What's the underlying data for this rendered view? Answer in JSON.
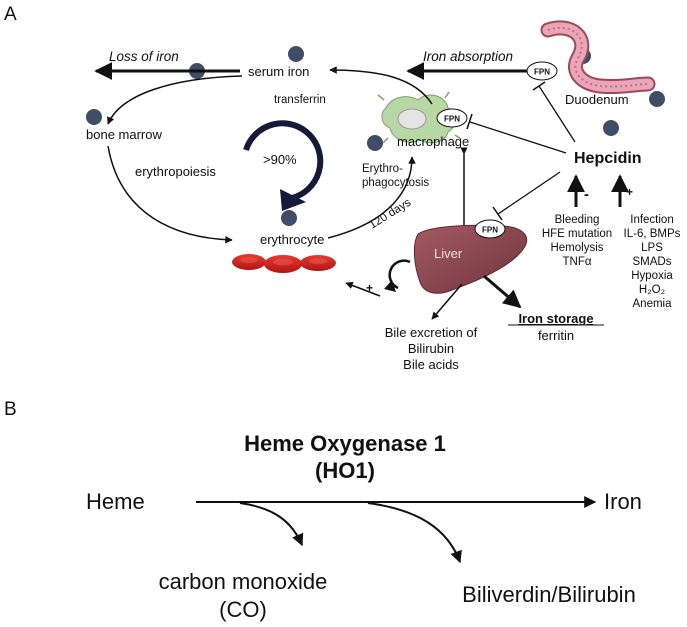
{
  "panel_a": {
    "label": "A",
    "loss_of_iron": "Loss of iron",
    "serum_iron": "serum iron",
    "transferrin": "transferrin",
    "bone_marrow": "bone marrow",
    "erythropoiesis": "erythropoiesis",
    "percent": ">90%",
    "erythrocyte": "erythrocyte",
    "days": "120 days",
    "erythrophagocytosis_1": "Erythro-",
    "erythrophagocytosis_2": "phagocytosis",
    "macrophage": "macrophage",
    "fpn": "FPN",
    "iron_absorption": "Iron absorption",
    "duodenum": "Duodenum",
    "hepcidin": "Hepcidin",
    "liver": "Liver",
    "iron_storage": "Iron storage",
    "ferritin": "ferritin",
    "bile_1": "Bile excretion of",
    "bile_2": "Bilirubin",
    "bile_3": "Bile acids",
    "plus": "+",
    "minus": "-",
    "down_regulators": [
      "Bleeding",
      "HFE mutation",
      "Hemolysis",
      "TNFα"
    ],
    "up_regulators": [
      "Infection",
      "IL-6, BMPs",
      "LPS",
      "SMADs",
      "Hypoxia",
      "H₂O₂",
      "Anemia"
    ]
  },
  "panel_b": {
    "label": "B",
    "title_1": "Heme Oxygenase 1",
    "title_2": "(HO1)",
    "heme": "Heme",
    "iron": "Iron",
    "co_1": "carbon monoxide",
    "co_2": "(CO)",
    "biliverdin": "Biliverdin/Bilirubin"
  },
  "colors": {
    "iron_dot": "#3f4d66",
    "rbc": "#d42222",
    "liver": "#8e4a52",
    "macrophage": "#b7d8a5",
    "duodenum": "#e8a6b6"
  }
}
